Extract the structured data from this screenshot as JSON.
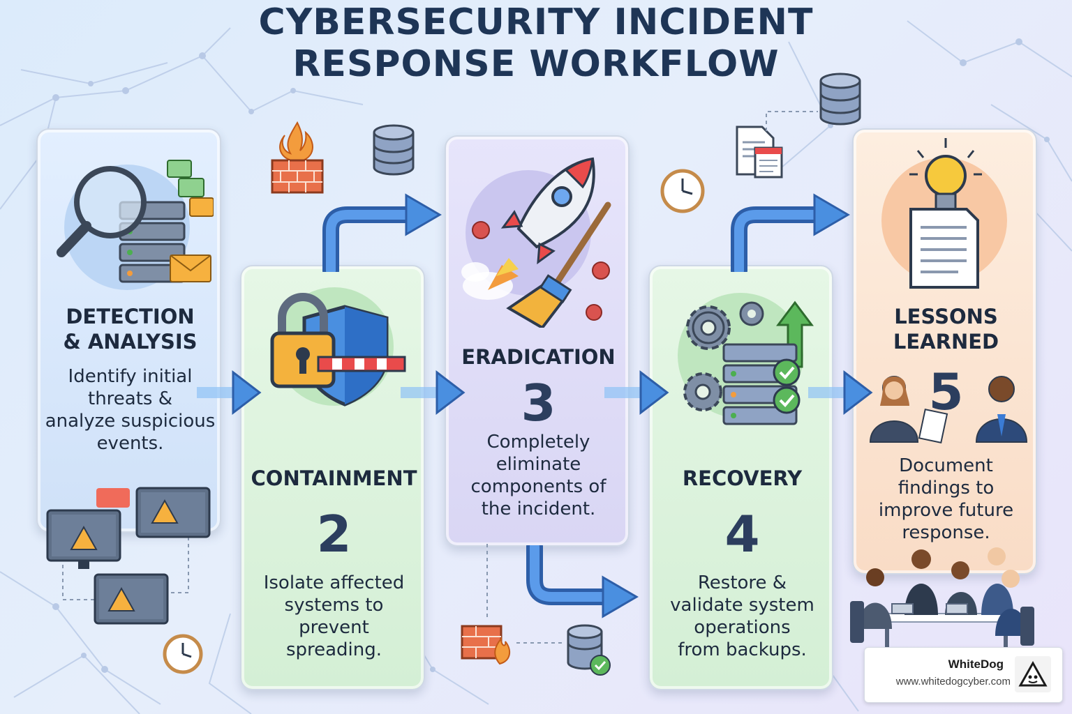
{
  "title": {
    "line1": "CYBERSECURITY INCIDENT",
    "line2": "RESPONSE WORKFLOW"
  },
  "steps": [
    {
      "number": "",
      "heading_l1": "DETECTION",
      "heading_l2": "& ANALYSIS",
      "desc": [
        "Identify initial",
        "threats &",
        "analyze suspicious",
        "events."
      ],
      "icon": "magnifier-server-icon"
    },
    {
      "number": "2",
      "heading_l1": "CONTAINMENT",
      "heading_l2": "",
      "desc": [
        "Isolate affected",
        "systems to",
        "prevent",
        "spreading."
      ],
      "icon": "lock-shield-icon"
    },
    {
      "number": "3",
      "heading_l1": "ERADICATION",
      "heading_l2": "",
      "desc": [
        "Completely",
        "eliminate",
        "components of",
        "the incident."
      ],
      "icon": "rocket-broom-icon"
    },
    {
      "number": "4",
      "heading_l1": "RECOVERY",
      "heading_l2": "",
      "desc": [
        "Restore &",
        "validate system",
        "operations",
        "from backups."
      ],
      "icon": "gears-server-icon"
    },
    {
      "number": "5",
      "heading_l1": "LESSONS",
      "heading_l2": "LEARNED",
      "desc": [
        "Document",
        "findings to",
        "improve future",
        "response."
      ],
      "icon": "lightbulb-document-icon"
    }
  ],
  "brand": {
    "name": "WhiteDog",
    "url": "www.whitedogcyber.com"
  },
  "colors": {
    "title": "#1e3556",
    "arrow": "#3a7bd5",
    "accent_green": "#4caf50",
    "accent_orange": "#f39c3d"
  }
}
